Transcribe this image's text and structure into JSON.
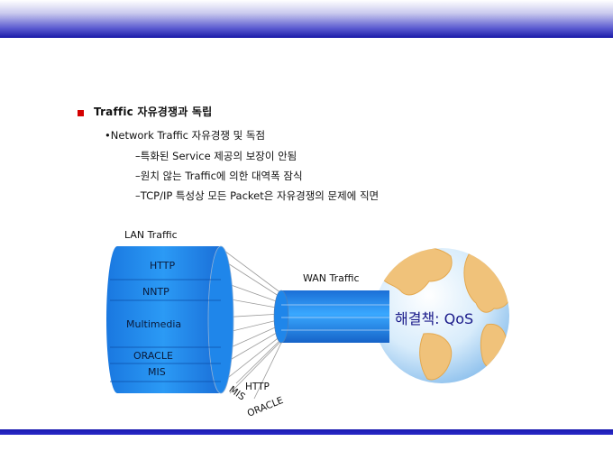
{
  "slide": {
    "heading": "Traffic 자유경쟁과 독립",
    "subheading": "•Network Traffic 자유경쟁 및 독점",
    "points": [
      "–특화된 Service 제공의 보장이 안됨",
      "–원치 않는 Traffic에 의한 대역폭 잠식",
      "–TCP/IP 특성상 모든 Packet은 자유경쟁의 문제에 직면"
    ]
  },
  "diagram": {
    "lan_label": "LAN Traffic",
    "wan_label": "WAN Traffic",
    "lan_segments": [
      "HTTP",
      "NNTP",
      "Multimedia",
      "ORACLE",
      "MIS"
    ],
    "loose_labels": {
      "http": "HTTP",
      "mis": "MIS",
      "oracle": "ORACLE"
    },
    "globe_label": "해결책: QoS"
  },
  "colors": {
    "accent_bar": "#1a1aa8",
    "bullet": "#d40000",
    "cylinder": "#1f86ea",
    "globe_text": "#1a1a8a"
  }
}
